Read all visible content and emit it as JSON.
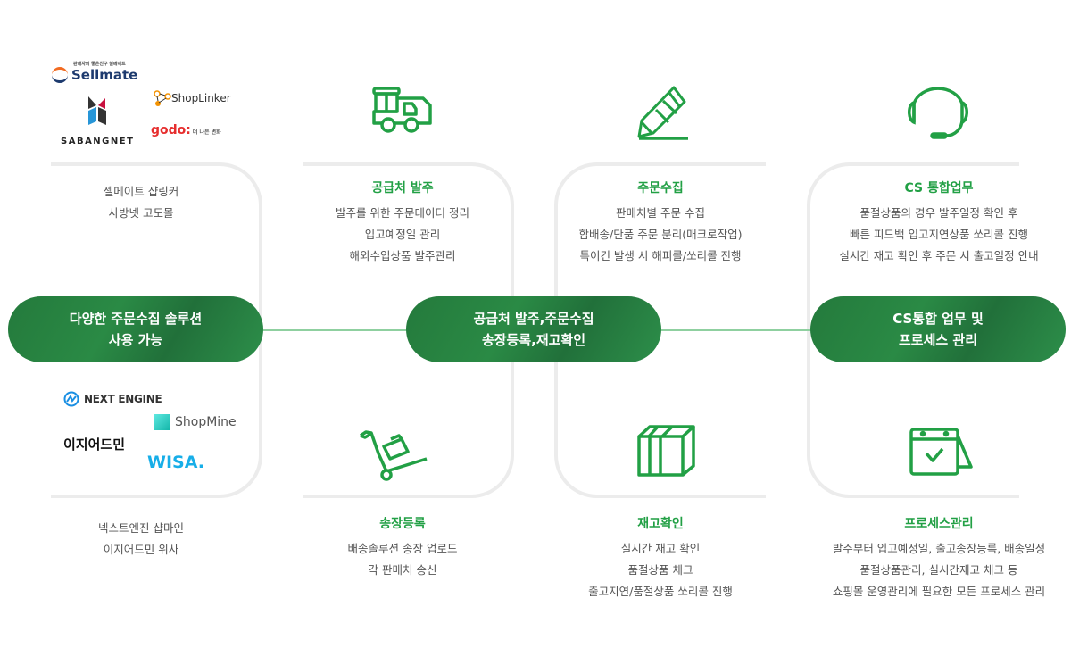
{
  "logos_top": {
    "sellmate": "Sellmate",
    "sellmate_tag": "판매자의 좋은친구 셀메이트",
    "shoplinker": "ShopLinker",
    "sabangnet": "SABANGNET",
    "godo": "godo:",
    "godo_tag": "더 나은 변화"
  },
  "logos_bottom": {
    "nextengine": "NEXT ENGINE",
    "shopmine": "ShopMine",
    "ezadmin": "이지어드민",
    "wisa": "WISA."
  },
  "col1": {
    "top_lines": [
      "셀메이트 샵링커",
      "사방넷 고도몰"
    ],
    "bottom_lines": [
      "넥스트엔진 샵마인",
      "이지어드민 위사"
    ]
  },
  "col2": {
    "top_title": "공급처 발주",
    "top_lines": [
      "발주를 위한 주문데이터 정리",
      "입고예정일 관리",
      "해외수입상품 발주관리"
    ],
    "bottom_title": "송장등록",
    "bottom_lines": [
      "배송솔루션 송장 업로드",
      "각 판매처 송신"
    ]
  },
  "col3": {
    "top_title": "주문수집",
    "top_lines": [
      "판매처별 주문 수집",
      "합배송/단품 주문 분리(매크로작업)",
      "특이건 발생 시 해피콜/쏘리콜 진행"
    ],
    "bottom_title": "재고확인",
    "bottom_lines": [
      "실시간 재고 확인",
      "품절상품 체크",
      "출고지연/품절상품 쏘리콜 진행"
    ]
  },
  "col4": {
    "top_title": "CS 통합업무",
    "top_lines": [
      "품절상품의 경우 발주일정 확인 후",
      "빠른 피드백 입고지연상품 쏘리콜 진행",
      "실시간 재고 확인 후 주문 시 출고일정 안내"
    ],
    "bottom_title": "프로세스관리",
    "bottom_lines": [
      "발주부터 입고예정일, 출고송장등록, 배송일정",
      "품절상품관리, 실시간재고 체크 등",
      "쇼핑몰 운영관리에 필요한 모든 프로세스 관리"
    ]
  },
  "pills": [
    [
      "다양한 주문수집 솔루션",
      "사용 가능"
    ],
    [
      "공급처 발주,주문수집",
      "송장등록,재고확인"
    ],
    [
      "CS통합 업무 및",
      "프로세스 관리"
    ]
  ],
  "colors": {
    "accent": "#22a045",
    "pill": "#247a3c",
    "border": "#ececec"
  }
}
